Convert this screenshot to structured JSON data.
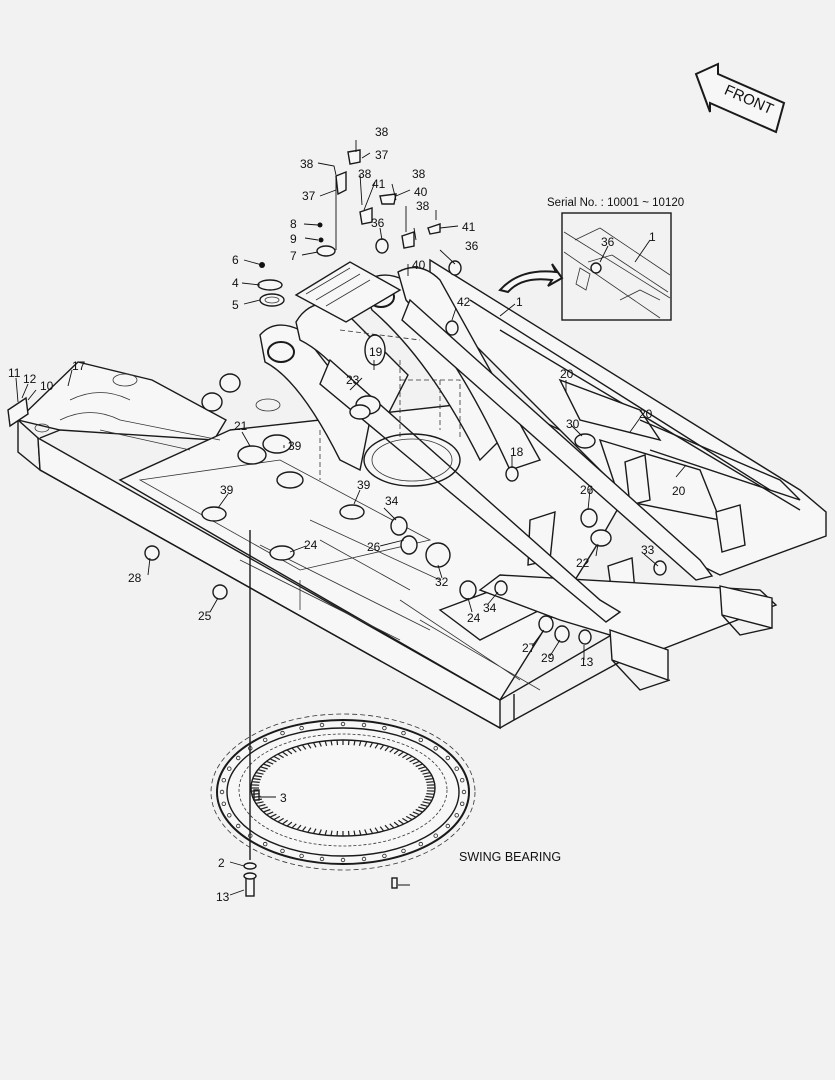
{
  "front_label": "FRONT",
  "serial_label": "Serial No. : 10001 ~ 10120",
  "swing_bearing_label": "SWING BEARING",
  "inset_callouts": [
    "36",
    "1"
  ],
  "callouts": [
    "38",
    "37",
    "38",
    "37",
    "38",
    "41",
    "38",
    "40",
    "38",
    "41",
    "8",
    "9",
    "7",
    "36",
    "36",
    "40",
    "6",
    "4",
    "5",
    "42",
    "1",
    "19",
    "23",
    "11",
    "12",
    "10",
    "17",
    "20",
    "20",
    "21",
    "39",
    "30",
    "18",
    "20",
    "26",
    "39",
    "34",
    "39",
    "26",
    "22",
    "33",
    "24",
    "28",
    "32",
    "34",
    "24",
    "25",
    "27",
    "29",
    "13",
    "3",
    "2",
    "13"
  ]
}
